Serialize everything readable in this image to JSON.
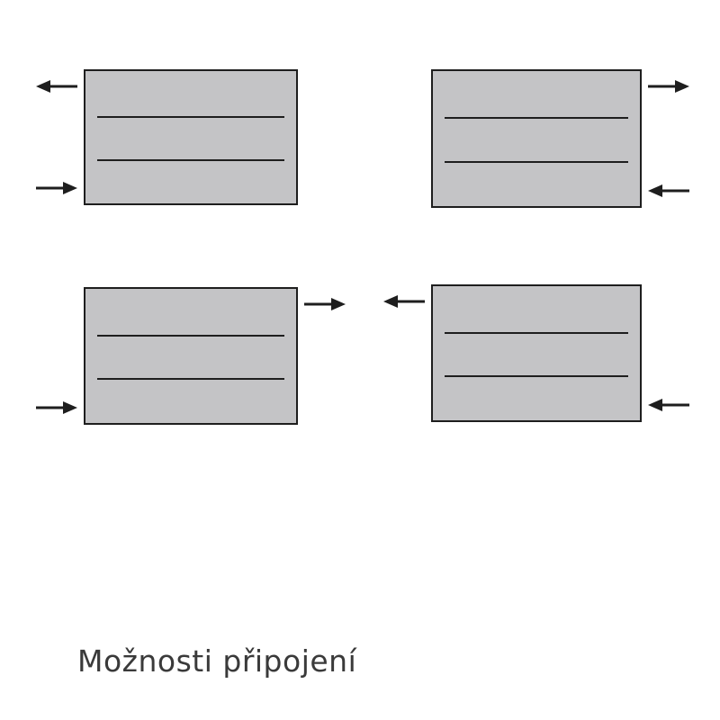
{
  "caption": "Možnosti připojení",
  "colors": {
    "radiator_fill": "#c4c4c6",
    "outline": "#1e1e1e",
    "arrow": "#1e1e1e",
    "caption": "#3a3a3a"
  },
  "radiators": [
    {
      "id": "top-left",
      "arrows": [
        {
          "side": "left",
          "level": "top",
          "direction": "left"
        },
        {
          "side": "left",
          "level": "bottom",
          "direction": "right"
        }
      ]
    },
    {
      "id": "top-right",
      "arrows": [
        {
          "side": "right",
          "level": "top",
          "direction": "right"
        },
        {
          "side": "right",
          "level": "bottom",
          "direction": "left"
        }
      ]
    },
    {
      "id": "bottom-left",
      "arrows": [
        {
          "side": "right",
          "level": "top",
          "direction": "right"
        },
        {
          "side": "left",
          "level": "bottom",
          "direction": "right"
        }
      ]
    },
    {
      "id": "bottom-right",
      "arrows": [
        {
          "side": "left",
          "level": "top",
          "direction": "left"
        },
        {
          "side": "right",
          "level": "bottom",
          "direction": "left"
        }
      ]
    }
  ]
}
